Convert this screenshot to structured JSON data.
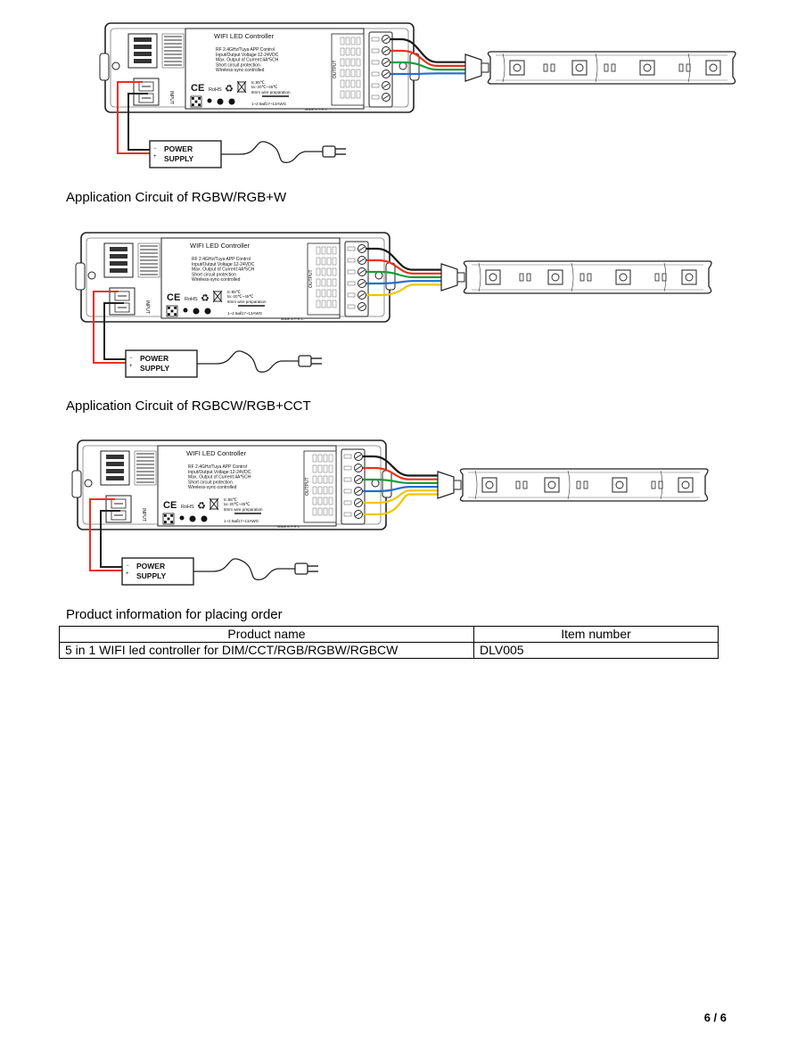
{
  "diagrams": [
    {
      "caption": "",
      "controller_title": "WIFI LED Controller",
      "specs": [
        "RF 2.4GHz/Tuya APP Control",
        "Input/Output Voltage:12-24VDC",
        "Max. Output of Current:4A*5CH",
        "Short circuit protection",
        "Wireless-sync-controlled"
      ],
      "ce": "CE",
      "rohs": "RoHS",
      "temps": [
        "tc:85℃",
        "ta:-20℃~45℃"
      ],
      "wire_prep": "8mm wire preparation",
      "awg": "1~2.5㎟17~13AWG",
      "origin": "Made in P.R.C.",
      "input_label": "INPUT",
      "output_label": "OUTPUT",
      "power_supply": [
        "POWER",
        "SUPPLY"
      ],
      "strip_channels": 4
    },
    {
      "caption": "Application Circuit of RGBW/RGB+W",
      "controller_title": "WIFI LED Controller",
      "specs": [
        "RF 2.4GHz/Tuya APP Control",
        "Input/Output Voltage:12-24VDC",
        "Max. Output of Current:4A*5CH",
        "Short circuit protection",
        "Wireless-sync-controlled"
      ],
      "ce": "CE",
      "rohs": "RoHS",
      "temps": [
        "tc:85℃",
        "ta:-20℃~45℃"
      ],
      "wire_prep": "8mm wire preparation",
      "awg": "1~2.5㎟17~13AWG",
      "origin": "Made in P.R.C.",
      "input_label": "INPUT",
      "output_label": "OUTPUT",
      "power_supply": [
        "POWER",
        "SUPPLY"
      ],
      "strip_channels": 5
    },
    {
      "caption": "Application Circuit of RGBCW/RGB+CCT",
      "controller_title": "WIFI LED Controller",
      "specs": [
        "RF 2.4GHz/Tuya APP Control",
        "Input/Output Voltage:12-24VDC",
        "Max. Output of Current:4A*5CH",
        "Short circuit protection",
        "Wireless-sync-controlled"
      ],
      "ce": "CE",
      "rohs": "RoHS",
      "temps": [
        "tc:85℃",
        "ta:-20℃~45℃"
      ],
      "wire_prep": "8mm wire preparation",
      "awg": "1~2.5㎟17~13AWG",
      "origin": "Made in P.R.C.",
      "input_label": "INPUT",
      "output_label": "OUTPUT",
      "power_supply": [
        "POWER",
        "SUPPLY"
      ],
      "strip_channels": 6
    }
  ],
  "order_section": {
    "caption": "Product information for placing order",
    "headers": [
      "Product name",
      "Item number"
    ],
    "rows": [
      [
        "5 in 1 WIFI led controller for DIM/CCT/RGB/RGBW/RGBCW",
        "DLV005"
      ]
    ]
  },
  "page_number": "6 / 6",
  "colors": {
    "v_plus": "#1a1a1a",
    "red": "#e8321e",
    "green": "#1a9c3c",
    "blue": "#1f6fd0",
    "white": "#f2c500",
    "extra": "#f2c500",
    "power": "#e8321e"
  }
}
